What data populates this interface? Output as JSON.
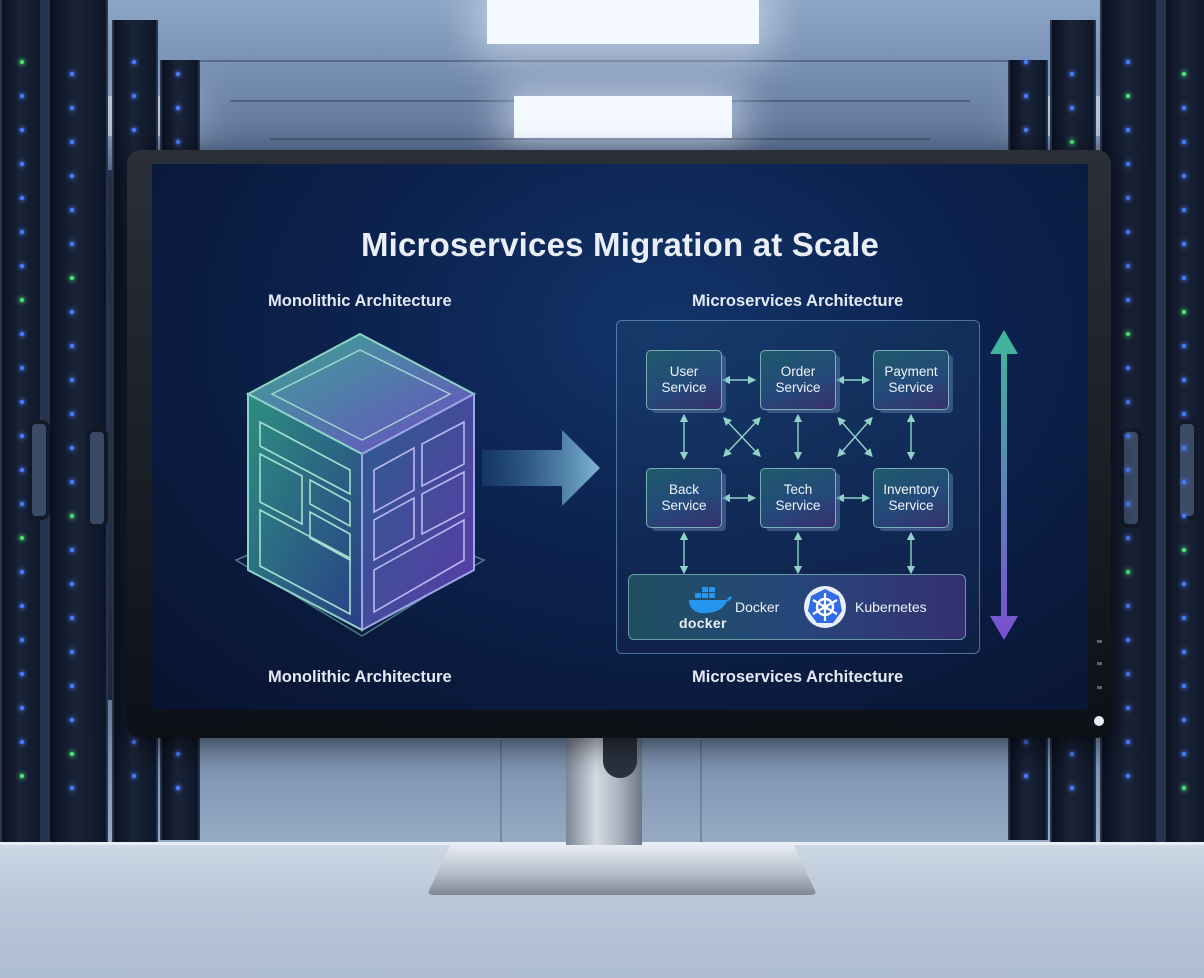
{
  "slide": {
    "title": "Microservices Migration at Scale",
    "left_top_caption": "Monolithic Architecture",
    "left_bottom_caption": "Monolithic Architecture",
    "right_top_caption": "Microservices Architecture",
    "right_bottom_caption": "Microservices Architecture"
  },
  "services": [
    {
      "label": "User\nService"
    },
    {
      "label": "Order\nService"
    },
    {
      "label": "Payment\nService"
    },
    {
      "label": "Back\nService"
    },
    {
      "label": "Tech\nService"
    },
    {
      "label": "Inventory\nService"
    }
  ],
  "infrastructure": {
    "docker_logo_text": "docker",
    "docker_label": "Docker",
    "kubernetes_label": "Kubernetes"
  },
  "colors": {
    "screen_bg": "#0a1838",
    "accent_teal": "#3fb89a",
    "accent_purple": "#7a4fd0",
    "docker_blue": "#2496ed",
    "kubernetes_blue": "#326ce5"
  },
  "icons": [
    "monolith-cube-icon",
    "migration-arrow-icon",
    "scale-arrow-icon",
    "docker-whale-icon",
    "kubernetes-helm-icon"
  ]
}
